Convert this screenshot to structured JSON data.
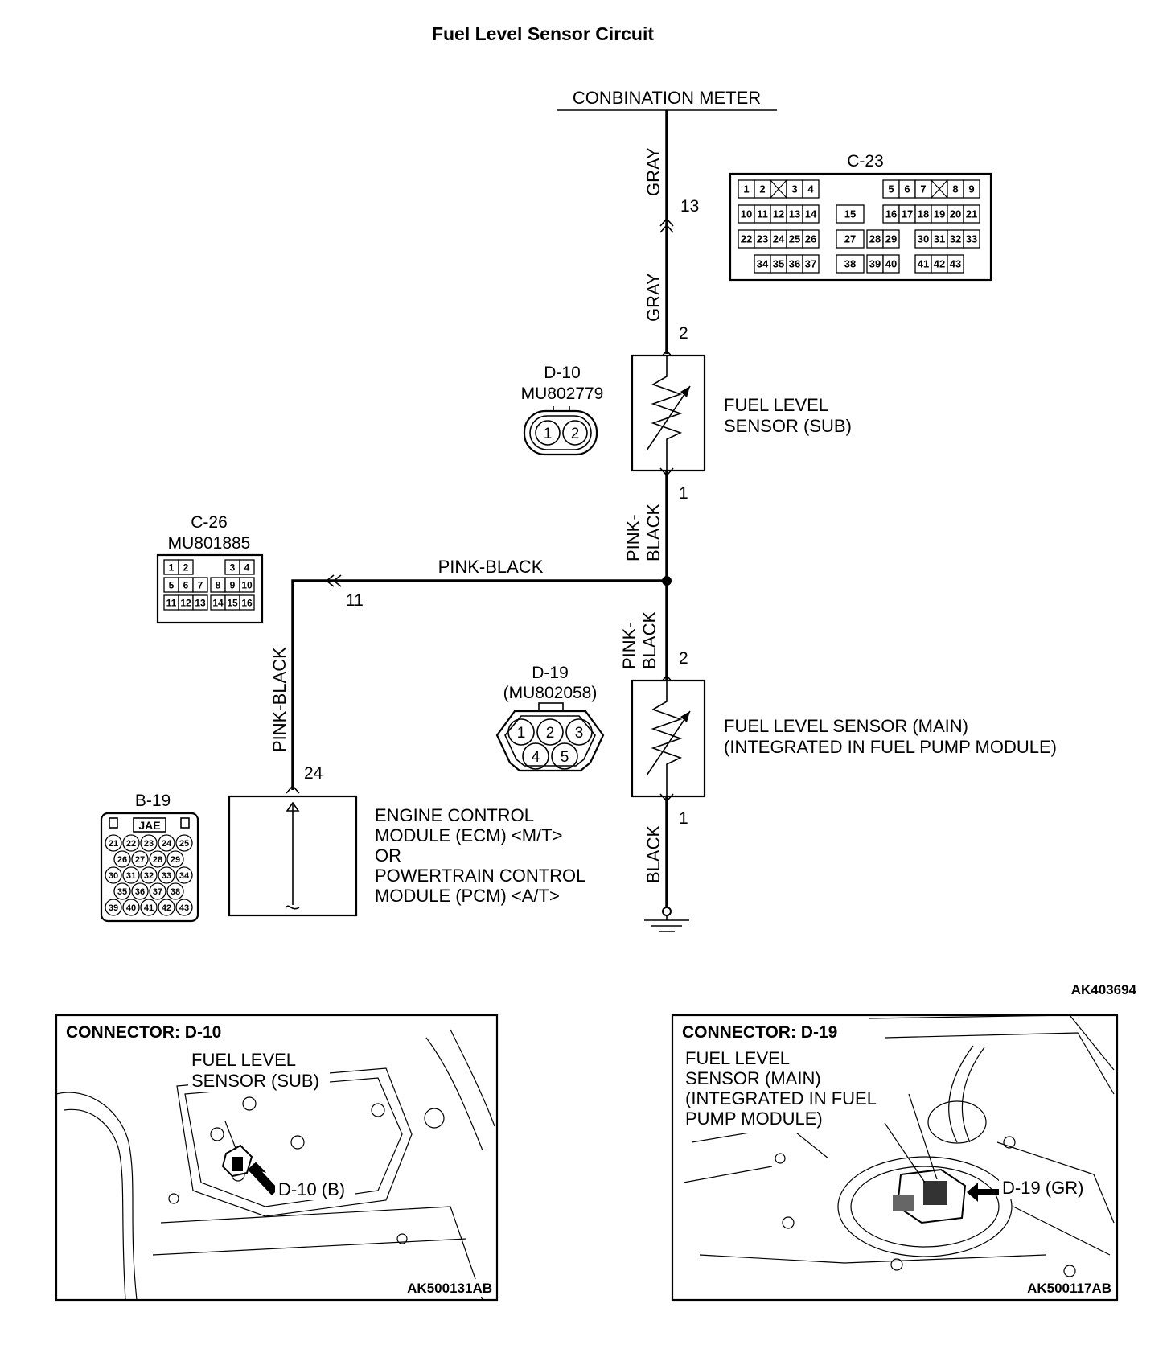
{
  "title": "Fuel Level Sensor Circuit",
  "figure_code": "AK403694",
  "combination_meter": {
    "label": "CONBINATION METER"
  },
  "wires": {
    "meter_upper": "GRAY",
    "meter_lower": "GRAY",
    "sub_to_junction": [
      "PINK-",
      "BLACK"
    ],
    "junction_to_main": [
      "PINK-",
      "BLACK"
    ],
    "horizontal": "PINK-BLACK",
    "ecm_vertical": "PINK-BLACK",
    "ground": "BLACK"
  },
  "pins": {
    "c23_pin": "13",
    "sub_pin2": "2",
    "sub_pin1": "1",
    "c26_pin": "11",
    "main_pin2": "2",
    "main_pin1": "1",
    "ecm_pin": "24"
  },
  "connectors": {
    "c23": {
      "name": "C-23",
      "rows": [
        [
          "1",
          "2",
          "",
          "3",
          "4",
          "",
          "5",
          "6",
          "7",
          "",
          "8",
          "9"
        ],
        [
          "10",
          "11",
          "12",
          "13",
          "14",
          "15",
          "16",
          "17",
          "18",
          "19",
          "20",
          "21"
        ],
        [
          "22",
          "23",
          "24",
          "25",
          "26",
          "27",
          "28",
          "29",
          "30",
          "31",
          "32",
          "33"
        ],
        [
          "34",
          "35",
          "36",
          "37",
          "38",
          "39",
          "40",
          "41",
          "42",
          "43"
        ]
      ]
    },
    "d10": {
      "name": "D-10",
      "part": "MU802779",
      "pins": [
        "1",
        "2"
      ]
    },
    "c26": {
      "name": "C-26",
      "part": "MU801885",
      "rows": [
        [
          "1",
          "2",
          "3",
          "4"
        ],
        [
          "5",
          "6",
          "7",
          "8",
          "9",
          "10"
        ],
        [
          "11",
          "12",
          "13",
          "14",
          "15",
          "16"
        ]
      ]
    },
    "d19": {
      "name": "D-19",
      "part": "(MU802058)",
      "pins": [
        "1",
        "2",
        "3",
        "4",
        "5"
      ]
    },
    "b19": {
      "name": "B-19",
      "maker": "JAE",
      "rows": [
        [
          "21",
          "22",
          "23",
          "24",
          "25"
        ],
        [
          "26",
          "27",
          "28",
          "29"
        ],
        [
          "30",
          "31",
          "32",
          "33",
          "34"
        ],
        [
          "35",
          "36",
          "37",
          "38"
        ],
        [
          "39",
          "40",
          "41",
          "42",
          "43"
        ]
      ]
    }
  },
  "components": {
    "sub_sensor": [
      "FUEL LEVEL",
      "SENSOR (SUB)"
    ],
    "main_sensor": [
      "FUEL LEVEL SENSOR (MAIN)",
      "(INTEGRATED IN FUEL PUMP MODULE)"
    ],
    "ecm": [
      "ENGINE CONTROL",
      "MODULE (ECM) <M/T>",
      "OR",
      "POWERTRAIN CONTROL",
      "MODULE (PCM) <A/T>"
    ]
  },
  "photo_left": {
    "heading": "CONNECTOR: D-10",
    "label": [
      "FUEL LEVEL",
      "SENSOR (SUB)"
    ],
    "callout": "D-10 (B)",
    "code": "AK500131AB"
  },
  "photo_right": {
    "heading": "CONNECTOR: D-19",
    "label": [
      "FUEL LEVEL",
      "SENSOR (MAIN)",
      "(INTEGRATED IN FUEL",
      "PUMP MODULE)"
    ],
    "callout": "D-19 (GR)",
    "code": "AK500117AB"
  }
}
